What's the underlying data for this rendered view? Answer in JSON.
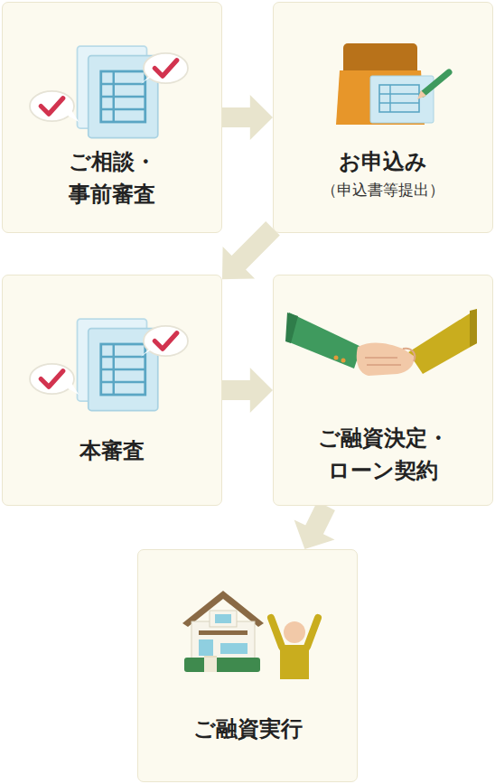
{
  "diagram": {
    "nodes": [
      {
        "text": [
          "ご相談・ 事前審査"
        ]
      },
      {
        "text": [
          "お申込み",
          "（申込書等提出）"
        ]
      },
      {
        "text": [
          "本審査"
        ]
      },
      {
        "text": [
          "ご融資決定・ ローン契約"
        ]
      },
      {
        "text": [
          "ご融資実行"
        ]
      }
    ],
    "edges": [
      {
        "from": 0,
        "to": 1,
        "arrow": "to"
      },
      {
        "from": 1,
        "to": 2,
        "arrow": "to"
      },
      {
        "from": 2,
        "to": 3,
        "arrow": "to"
      },
      {
        "from": 3,
        "to": 4,
        "arrow": "to"
      }
    ]
  }
}
